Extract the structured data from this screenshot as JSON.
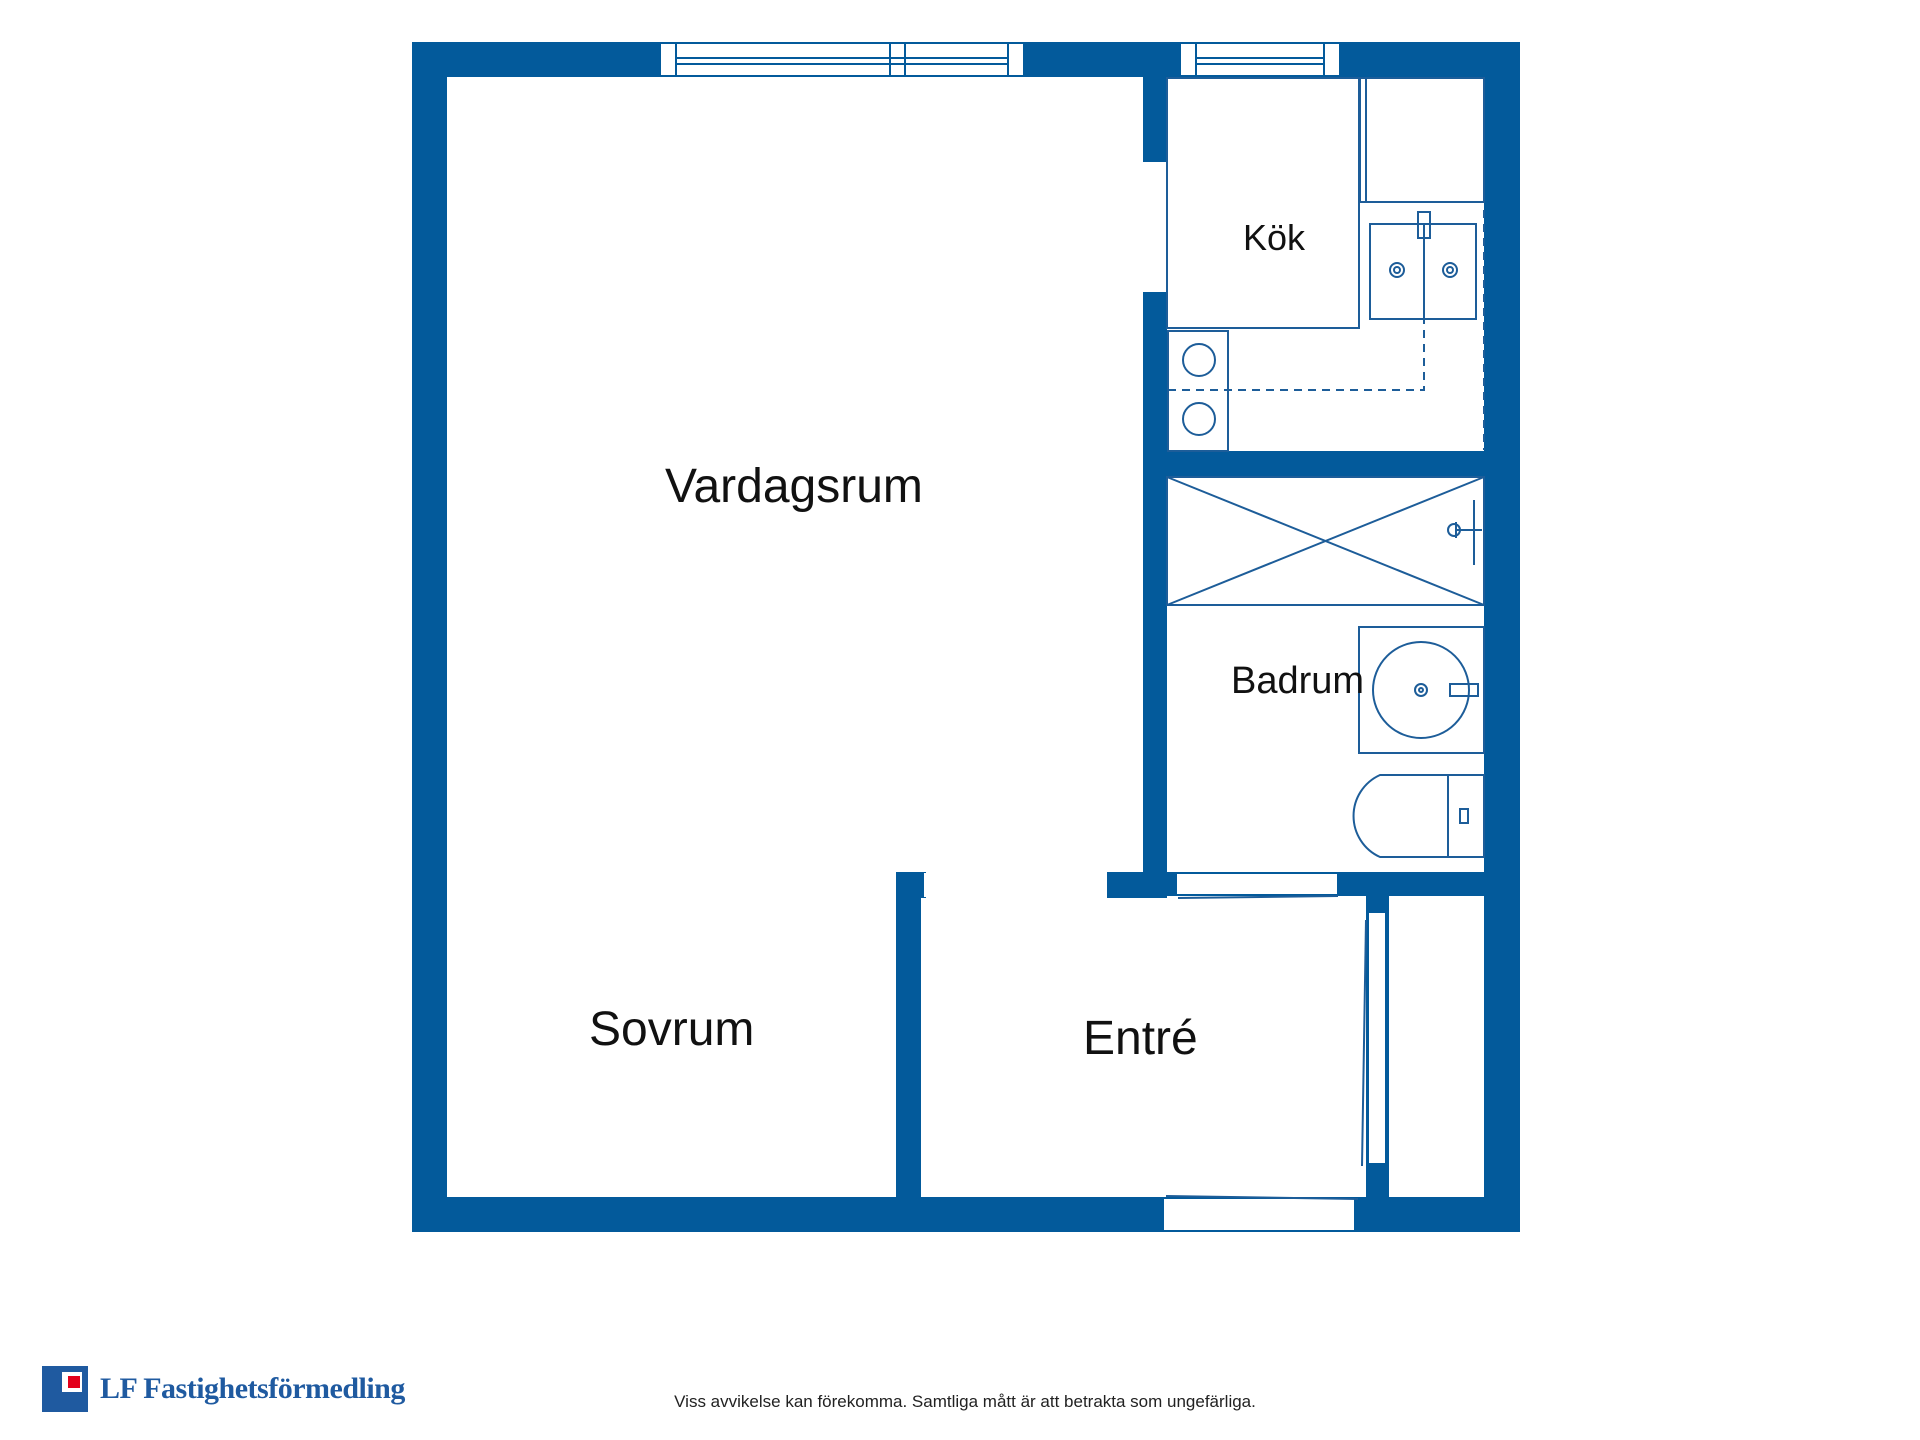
{
  "rooms": {
    "living": "Vardagsrum",
    "bedroom": "Sovrum",
    "kitchen": "Kök",
    "bathroom": "Badrum",
    "entrance": "Entré"
  },
  "brand": {
    "name": "LF Fastighetsförmedling",
    "icon": "lf-logo-icon"
  },
  "disclaimer": "Viss avvikelse kan förekomma. Samtliga mått är att betrakta som ungefärliga.",
  "colors": {
    "wall": "#035a9b",
    "fixture": "#1d5d99",
    "brand": "#1f5aa0",
    "brand_accent": "#e3001b"
  }
}
